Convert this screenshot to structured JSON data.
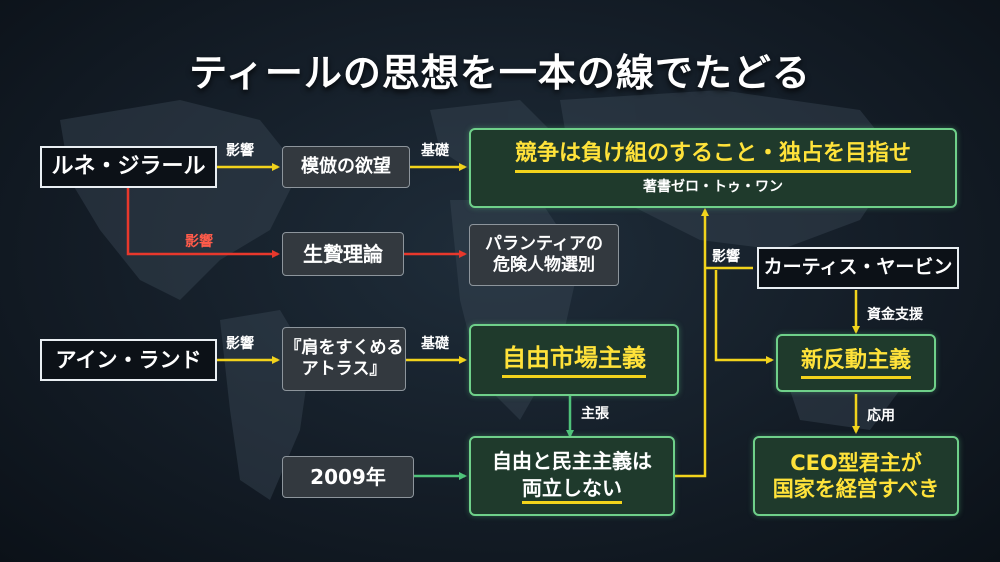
{
  "title": "ティールの思想を一本の線でたどる",
  "nodes": {
    "girard": "ルネ・ジラール",
    "mimetic": "模倣の欲望",
    "competition": "競争は負け組のすること・独占を目指せ",
    "zero_to_one": "著書ゼロ・トゥ・ワン",
    "scapegoat": "生贄理論",
    "palantir_line1": "パランティアの",
    "palantir_line2": "危険人物選別",
    "yarvin": "カーティス・ヤービン",
    "rand": "アイン・ランド",
    "atlas_line1": "『肩をすくめる",
    "atlas_line2": "アトラス』",
    "libertarian": "自由市場主義",
    "neoreaction": "新反動主義",
    "year": "2009年",
    "freedom_line1": "自由と民主主義は",
    "freedom_line2": "両立しない",
    "ceo_line1": "CEO型君主が",
    "ceo_line2": "国家を経営すべき"
  },
  "labels": {
    "influence1": "影響",
    "basis1": "基礎",
    "influence_red": "影響",
    "influence2": "影響",
    "basis2": "基礎",
    "claim": "主張",
    "influence3": "影響",
    "funding": "資金支援",
    "application": "応用"
  },
  "colors": {
    "yellow": "#f2d31c",
    "red": "#e8382c",
    "green": "#4fc27a",
    "green_box_border": "#6fd08a"
  }
}
